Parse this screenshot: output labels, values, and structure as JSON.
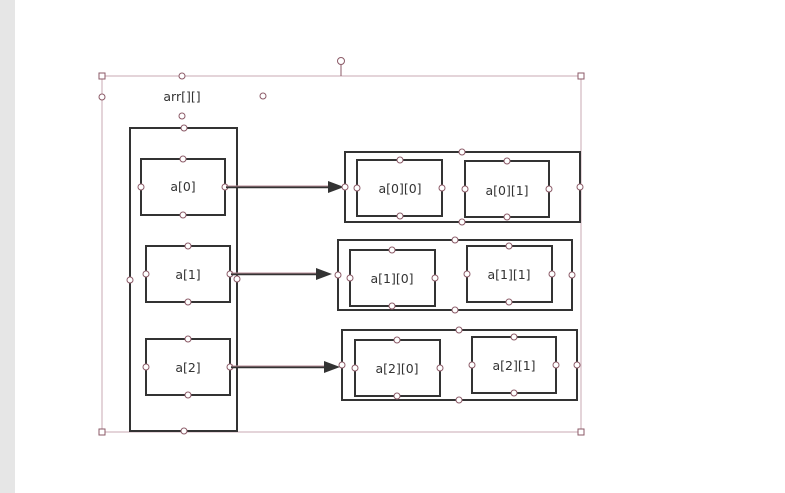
{
  "diagram": {
    "title": "arr[][]",
    "rows": [
      {
        "pointer_label": "a[0]",
        "elements": [
          "a[0][0]",
          "a[0][1]"
        ]
      },
      {
        "pointer_label": "a[1]",
        "elements": [
          "a[1][0]",
          "a[1][1]"
        ]
      },
      {
        "pointer_label": "a[2]",
        "elements": [
          "a[2][0]",
          "a[2][1]"
        ]
      }
    ]
  },
  "colors": {
    "stroke": "#333333",
    "selection": "#c9a9b3",
    "handle": "#8b5a67",
    "side_panel": "#e6e6e6"
  }
}
